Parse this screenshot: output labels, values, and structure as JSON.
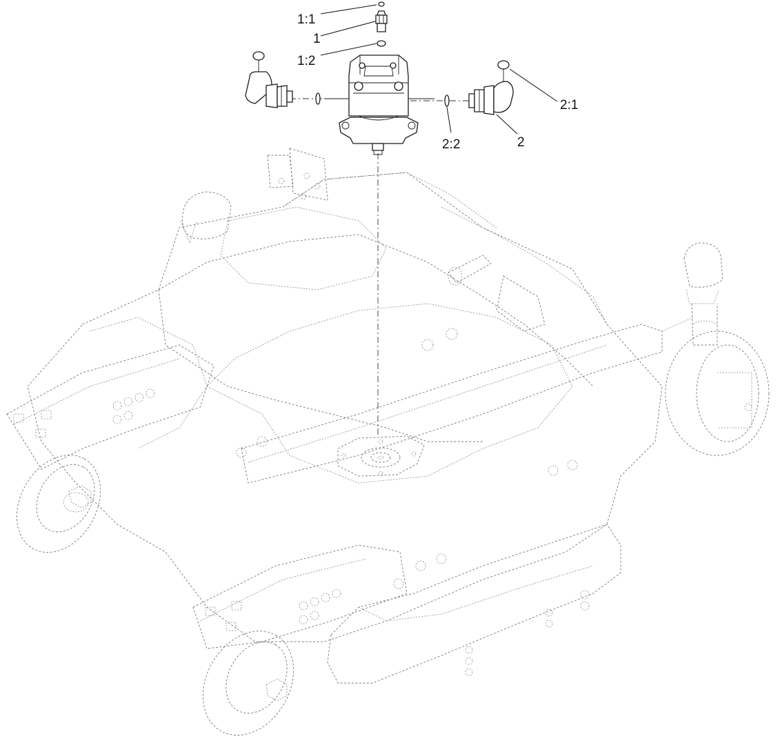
{
  "callouts": {
    "c1_1": "1:1",
    "c1": "1",
    "c1_2": "1:2",
    "c2_1": "2:1",
    "c2": "2",
    "c2_2": "2:2"
  }
}
